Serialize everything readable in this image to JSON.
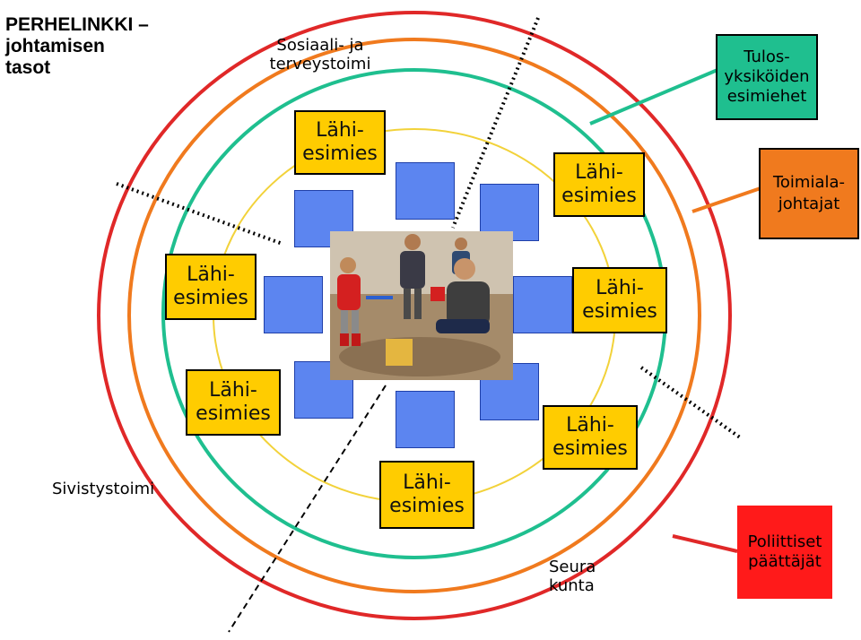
{
  "title": "PERHELINKKI –\njohtamisen\ntasot",
  "sectors": {
    "top_left": "Sosiaali- ja\nterveystoimi",
    "bottom_left": "Sivistystoimi",
    "bottom_right": "Seura\nkunta"
  },
  "legend": {
    "green": "Tulos-\nyksiköiden\nesimiehet",
    "orange": "Toimiala-\njohtajat",
    "red": "Poliittiset\npäättäjät"
  },
  "lahi_label": "Lähi-\nesimies",
  "colors": {
    "red_ring": "#e02828",
    "orange_ring": "#f07a1e",
    "green_ring": "#1fbf8f",
    "yellow_ring": "#f2d23a",
    "lahi_box": "#ffcc00",
    "square": "#5c85f0",
    "green_box": "#1fbf8f",
    "orange_box": "#f07a1e",
    "red_box": "#ff1a1a"
  }
}
